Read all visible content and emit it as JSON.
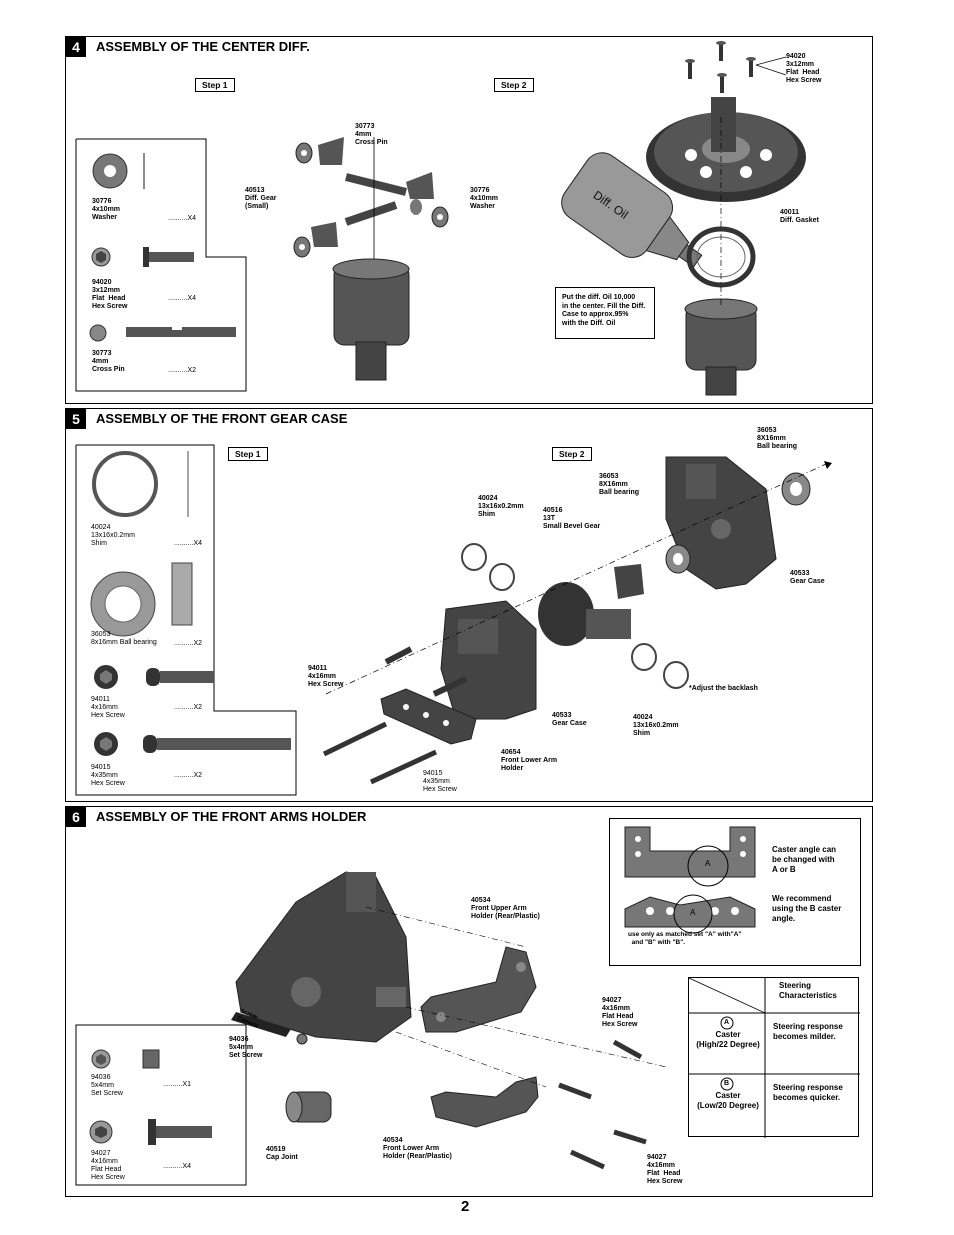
{
  "page_number": "2",
  "sections": [
    {
      "num": "4",
      "title": "ASSEMBLY OF THE CENTER DIFF."
    },
    {
      "num": "5",
      "title": "ASSEMBLY OF THE FRONT GEAR CASE"
    },
    {
      "num": "6",
      "title": "ASSEMBLY OF THE FRONT ARMS HOLDER"
    }
  ],
  "steps": {
    "step1": "Step 1",
    "step2": "Step 2"
  },
  "s4": {
    "parts": [
      {
        "label": "30776\n4x10mm\nWasher",
        "qty": "..........X4"
      },
      {
        "label": "94020\n3x12mm\nFlat  Head\nHex Screw",
        "qty": "..........X4"
      },
      {
        "label": "30773\n4mm\nCross Pin",
        "qty": "..........X2"
      }
    ],
    "callouts": {
      "cross_pin": "30773\n4mm\nCross Pin",
      "diff_gear": "40513\nDiff. Gear\n(Small)",
      "washer": "30776\n4x10mm\nWasher",
      "screw": "94020\n3x12mm\nFlat  Head\nHex Screw",
      "gasket": "40011\nDiff. Gasket"
    },
    "bottle_text": "Diff. Oil",
    "note": "Put the diff. Oil 10,000\nin the center. Fill the Diff.\nCase to approx.95%\nwith the Diff. Oil"
  },
  "s5": {
    "parts": [
      {
        "label": "40024\n13x16x0.2mm\nShim",
        "qty": "..........X4"
      },
      {
        "label": "36053\n8x16mm Ball bearing",
        "qty": "..........X2"
      },
      {
        "label": "94011\n4x16mm\nHex Screw",
        "qty": "..........X2"
      },
      {
        "label": "94015\n4x35mm\nHex Screw",
        "qty": "..........X2"
      }
    ],
    "callouts": {
      "bearing_top": "36053\n8X16mm\nBall bearing",
      "bearing_mid": "36053\n8X16mm\nBall bearing",
      "shim_top": "40024\n13x16x0.2mm\nShim",
      "bevel": "40516\n13T\nSmall Bevel Gear",
      "gear_case_r": "40533\nGear Case",
      "screw_4x16": "94011\n4x16mm\nHex Screw",
      "backlash": "*Adjust the backlash",
      "gear_case_l": "40533\nGear Case",
      "shim_bottom": "40024\n13x16x0.2mm\nShim",
      "arm_holder": "40654\nFront Lower Arm\nHolder",
      "screw_4x35": "94015\n4x35mm\nHex Screw"
    }
  },
  "s6": {
    "parts": [
      {
        "label": "94036\n5x4mm\nSet Screw",
        "qty": "..........X1"
      },
      {
        "label": "94027\n4x16mm\nFlat Head\nHex Screw",
        "qty": "..........X4"
      }
    ],
    "callouts": {
      "upper_holder": "40534\nFront Upper Arm\nHolder (Rear/Plastic)",
      "set_screw": "94036\n5x4mm\nSet Screw",
      "screw_cement": "Screw\nCement",
      "cap_joint": "40519\nCap Joint",
      "lower_holder": "40534\nFront Lower Arm\nHolder (Rear/Plastic)",
      "screw_top": "94027\n4x16mm\nFlat Head\nHex Screw",
      "screw_bottom": "94027\n4x16mm\nFlat  Head\nHex Screw"
    },
    "caster": {
      "mark": "A",
      "text_a": "Caster angle can\nbe changed with\nA or B",
      "text_b": "We recommend\nusing the B caster\nangle.",
      "note": "use only as matched set \"A\" with\"A\"\n  and \"B\" with \"B\"."
    },
    "table": {
      "header": "Steering\nCharacteristics",
      "rows": [
        {
          "mark": "A",
          "caster": "Caster\n(High/22 Degree)",
          "desc": "Steering response\nbecomes milder."
        },
        {
          "mark": "B",
          "caster": "Caster\n(Low/20 Degree)",
          "desc": "Steering response\nbecomes quicker."
        }
      ]
    }
  }
}
